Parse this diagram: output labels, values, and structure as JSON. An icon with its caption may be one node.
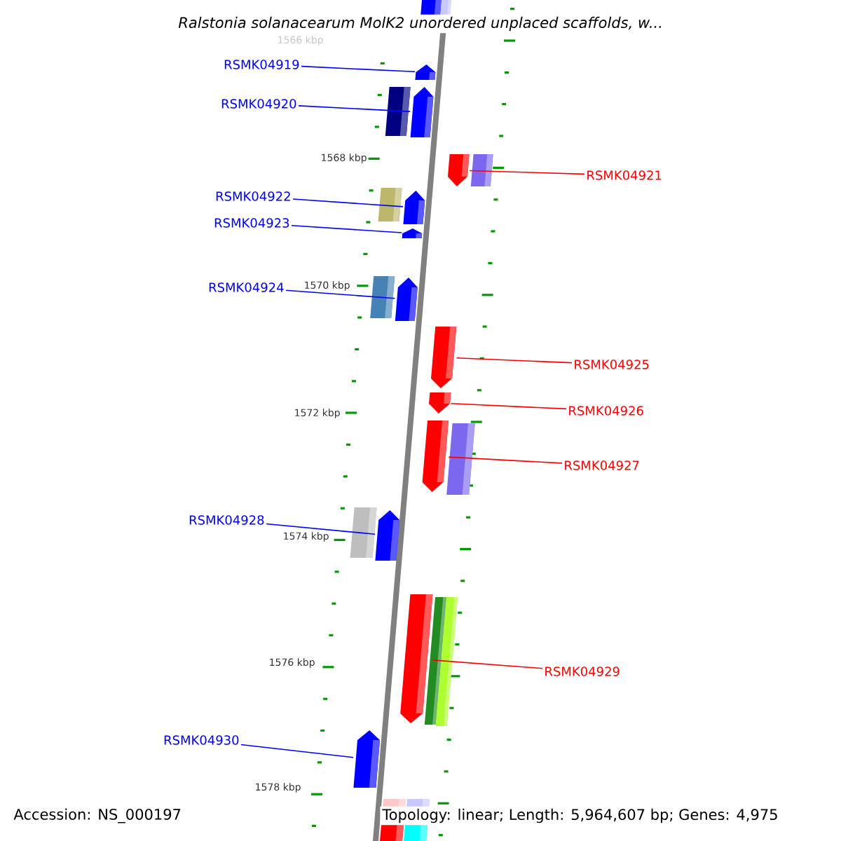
{
  "diagram": {
    "title": "Ralstonia solanacearum MolK2 unordered unplaced scaffolds, w...",
    "nodes": [
      {
        "text": [
          "RSMK04919"
        ]
      },
      {
        "text": [
          "RSMK04920"
        ]
      },
      {
        "text": [
          "RSMK04921"
        ]
      },
      {
        "text": [
          "RSMK04922"
        ]
      },
      {
        "text": [
          "RSMK04923"
        ]
      },
      {
        "text": [
          "RSMK04924"
        ]
      },
      {
        "text": [
          "RSMK04925"
        ]
      },
      {
        "text": [
          "RSMK04926"
        ]
      },
      {
        "text": [
          "RSMK04927"
        ]
      },
      {
        "text": [
          "RSMK04928"
        ]
      },
      {
        "text": [
          "RSMK04929"
        ]
      },
      {
        "text": [
          "RSMK04930"
        ]
      },
      {
        "text": [],
        "shape": "box"
      },
      {
        "text": [],
        "shape": "box"
      },
      {
        "text": [],
        "shape": "box"
      },
      {
        "text": [],
        "shape": "box"
      },
      {
        "text": [],
        "shape": "box"
      },
      {
        "text": [],
        "shape": "box"
      },
      {
        "text": [],
        "shape": "box"
      },
      {
        "text": [],
        "shape": "box"
      },
      {
        "text": [],
        "shape": "box"
      },
      {
        "text": [],
        "shape": "box"
      },
      {
        "text": [],
        "shape": "box"
      },
      {
        "text": [],
        "shape": "box"
      }
    ],
    "edges": [
      {
        "from": 0,
        "to": 12,
        "arrow": "none"
      },
      {
        "from": 1,
        "to": 13,
        "arrow": "none"
      },
      {
        "from": 2,
        "to": 14,
        "arrow": "none",
        "color": "#ff0000"
      },
      {
        "from": 3,
        "to": 15,
        "arrow": "none"
      },
      {
        "from": 4,
        "to": 16,
        "arrow": "none"
      },
      {
        "from": 5,
        "to": 17,
        "arrow": "none"
      },
      {
        "from": 6,
        "to": 18,
        "arrow": "none",
        "color": "#ff0000"
      },
      {
        "from": 7,
        "to": 19,
        "arrow": "none",
        "color": "#ff0000"
      },
      {
        "from": 8,
        "to": 20,
        "arrow": "none",
        "color": "#ff0000"
      },
      {
        "from": 9,
        "to": 21,
        "arrow": "none"
      },
      {
        "from": 10,
        "to": 22,
        "arrow": "none",
        "color": "#ff0000"
      },
      {
        "from": 11,
        "to": 23,
        "arrow": "none"
      }
    ],
    "labels": [
      "1566 kbp",
      "1568 kbp",
      "1570 kbp",
      "1572 kbp",
      "1574 kbp",
      "1576 kbp",
      "1578 kbp",
      "Accession: NS_000197",
      "Topology: linear; Length: 5,964,607 bp; Genes: 4,975"
    ]
  }
}
